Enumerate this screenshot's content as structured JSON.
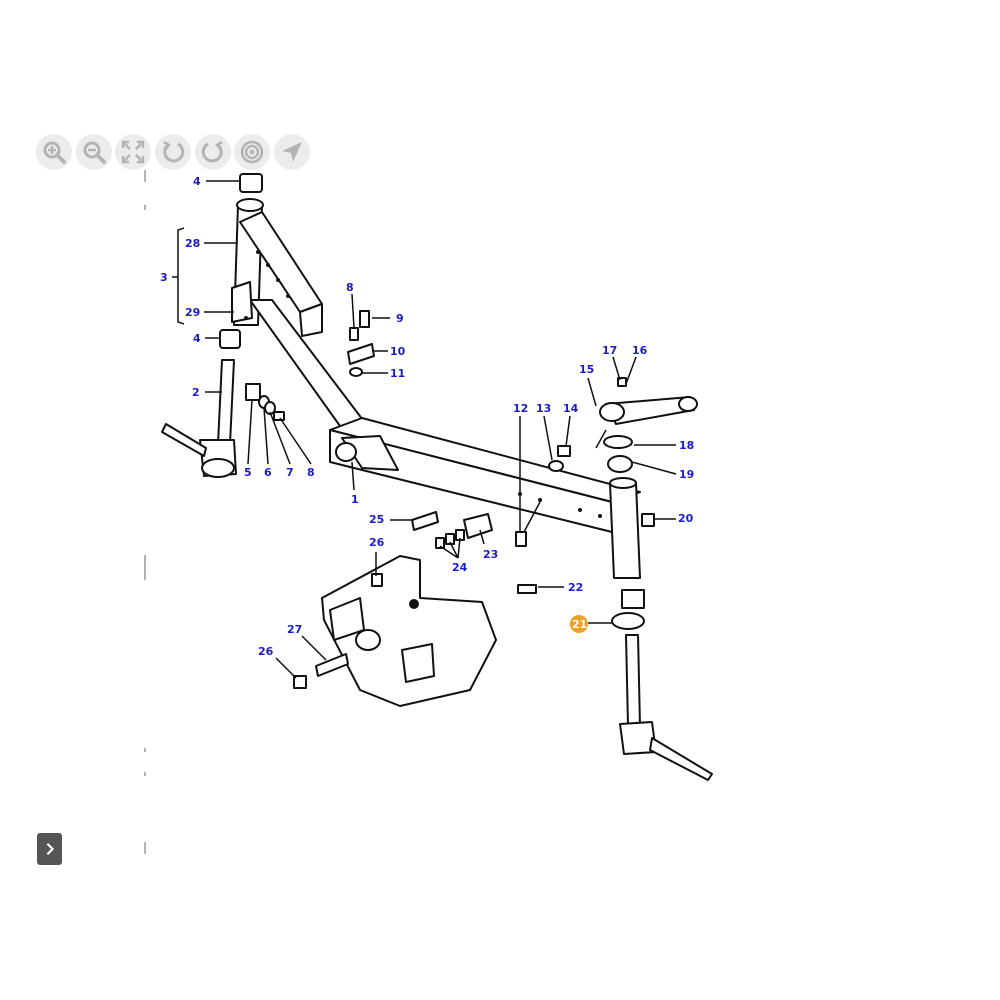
{
  "toolbar": {
    "buttons": [
      {
        "name": "zoom-in-icon"
      },
      {
        "name": "zoom-out-icon"
      },
      {
        "name": "fullscreen-icon"
      },
      {
        "name": "rotate-left-icon"
      },
      {
        "name": "rotate-right-icon"
      },
      {
        "name": "target-icon"
      },
      {
        "name": "navigate-icon"
      }
    ],
    "icon_color": "#b4b4b4",
    "button_bg": "#ececec"
  },
  "next_button": {
    "icon": "chevron-right-icon",
    "bg": "#555555"
  },
  "callouts": {
    "c1": "1",
    "c2": "2",
    "c3": "3",
    "c4a": "4",
    "c4b": "4",
    "c5": "5",
    "c6": "6",
    "c7": "7",
    "c8a": "8",
    "c8b": "8",
    "c9": "9",
    "c10": "10",
    "c11": "11",
    "c12": "12",
    "c13": "13",
    "c14": "14",
    "c15": "15",
    "c16": "16",
    "c17": "17",
    "c18": "18",
    "c19": "19",
    "c20": "20",
    "c21": "21",
    "c22": "22",
    "c23": "23",
    "c24": "24",
    "c25": "25",
    "c26a": "26",
    "c26b": "26",
    "c27": "27",
    "c28": "28",
    "c29": "29"
  },
  "highlight": {
    "callout": "21",
    "color": "#f0a020"
  },
  "callout_color": "#1c1ccc"
}
